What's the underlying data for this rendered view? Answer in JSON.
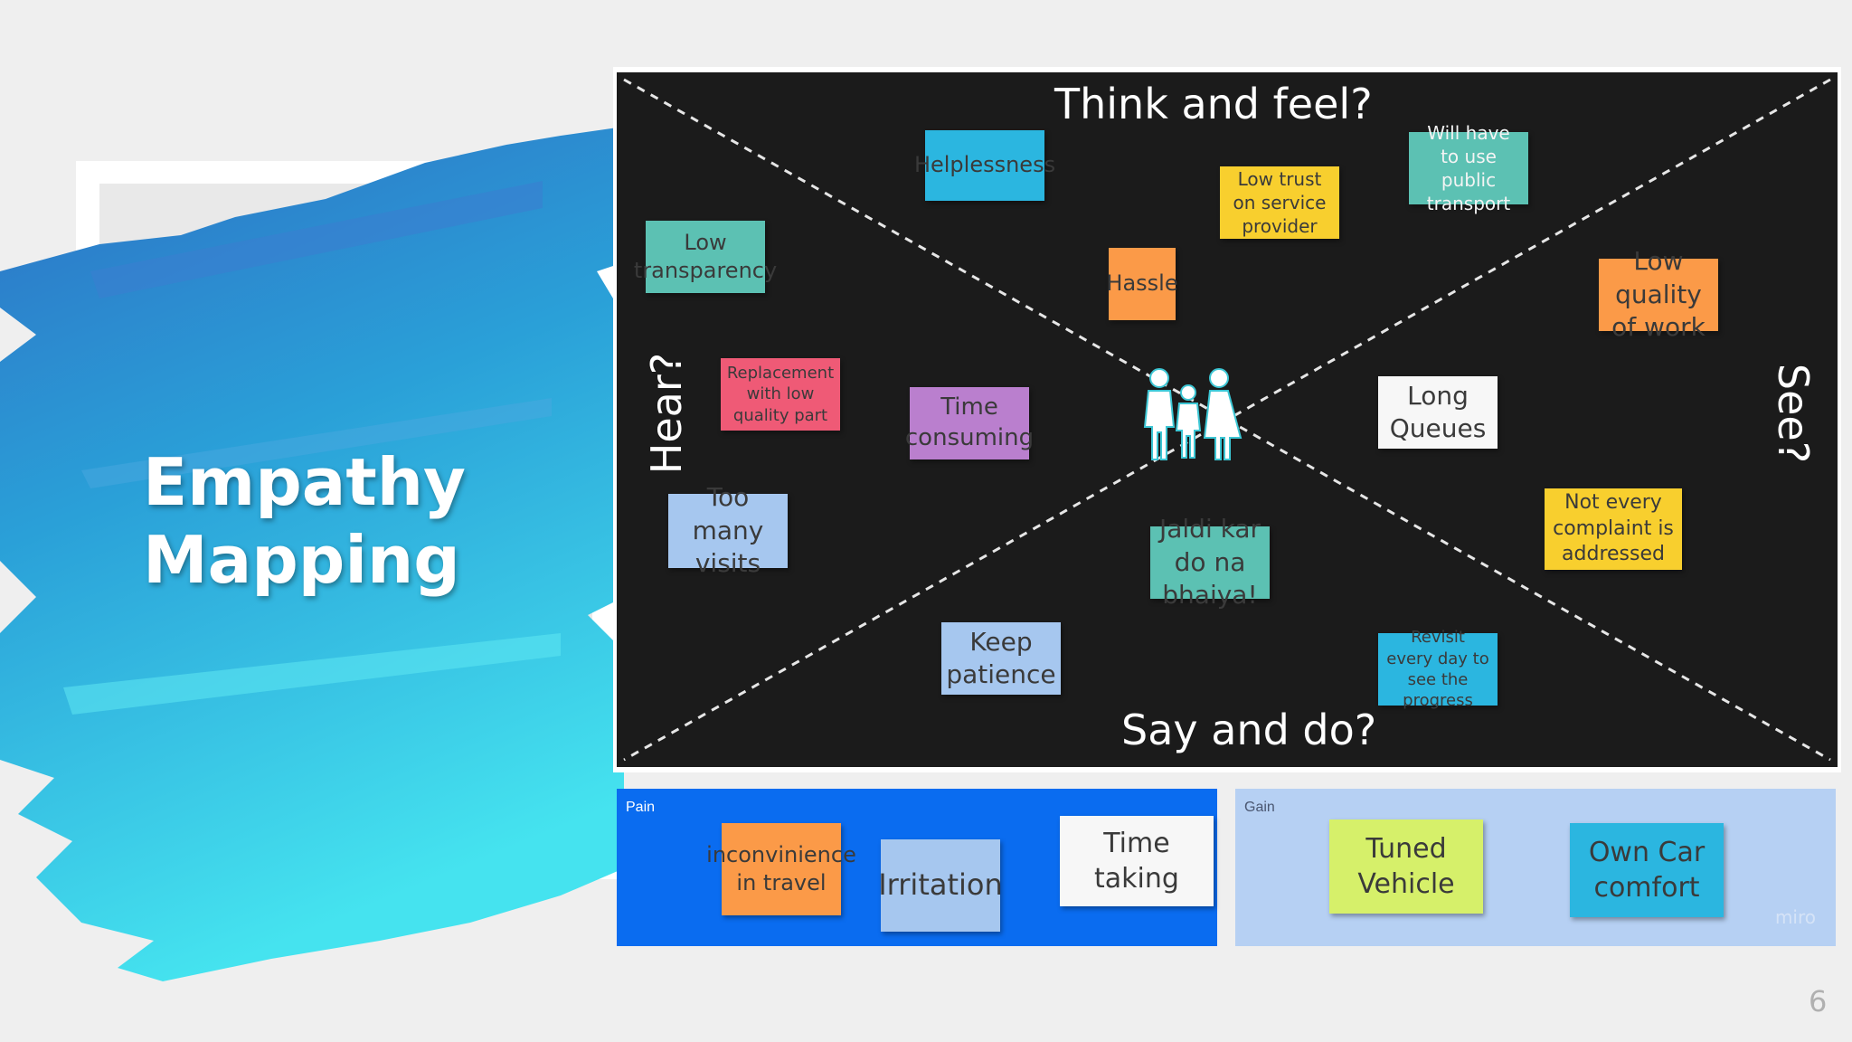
{
  "slide": {
    "title_line1": "Empathy",
    "title_line2": "Mapping",
    "page_number": "6"
  },
  "board": {
    "quadrants": {
      "think_feel": "Think and feel?",
      "say_do": "Say and do?",
      "hear": "Hear?",
      "see": "See?"
    },
    "center_icon": "family-icon",
    "notes": {
      "helplessness": "Helplessness",
      "low_trust": "Low trust on service provider",
      "public_transport": "Will have to use public transport",
      "low_transparency": "Low transparency",
      "hassle": "Hassle",
      "low_quality": "Low quality of work",
      "replacement": "Replacement with low quality part",
      "time_consuming": "Time consuming",
      "long_queues": "Long Queues",
      "too_many_visits": "Too many visits",
      "not_every_complaint": "Not every complaint is addressed",
      "jaldi": "Jaldi kar do na bhaiya!",
      "keep_patience": "Keep patience",
      "revisit": "Revisit every day to see the progress"
    }
  },
  "pain": {
    "label": "Pain",
    "notes": {
      "inconvenience": "inconvinience in travel",
      "irritation": "Irritation",
      "time_taking": "Time taking"
    }
  },
  "gain": {
    "label": "Gain",
    "notes": {
      "tuned_vehicle": "Tuned Vehicle",
      "own_car": "Own Car comfort"
    },
    "watermark": "miro"
  },
  "colors": {
    "board_bg": "#1b1b1b",
    "pain_bg": "#0a6cf0",
    "gain_bg": "#b6d0f3",
    "brush_dark": "#2e6fc4",
    "brush_light": "#3fe0ef"
  }
}
